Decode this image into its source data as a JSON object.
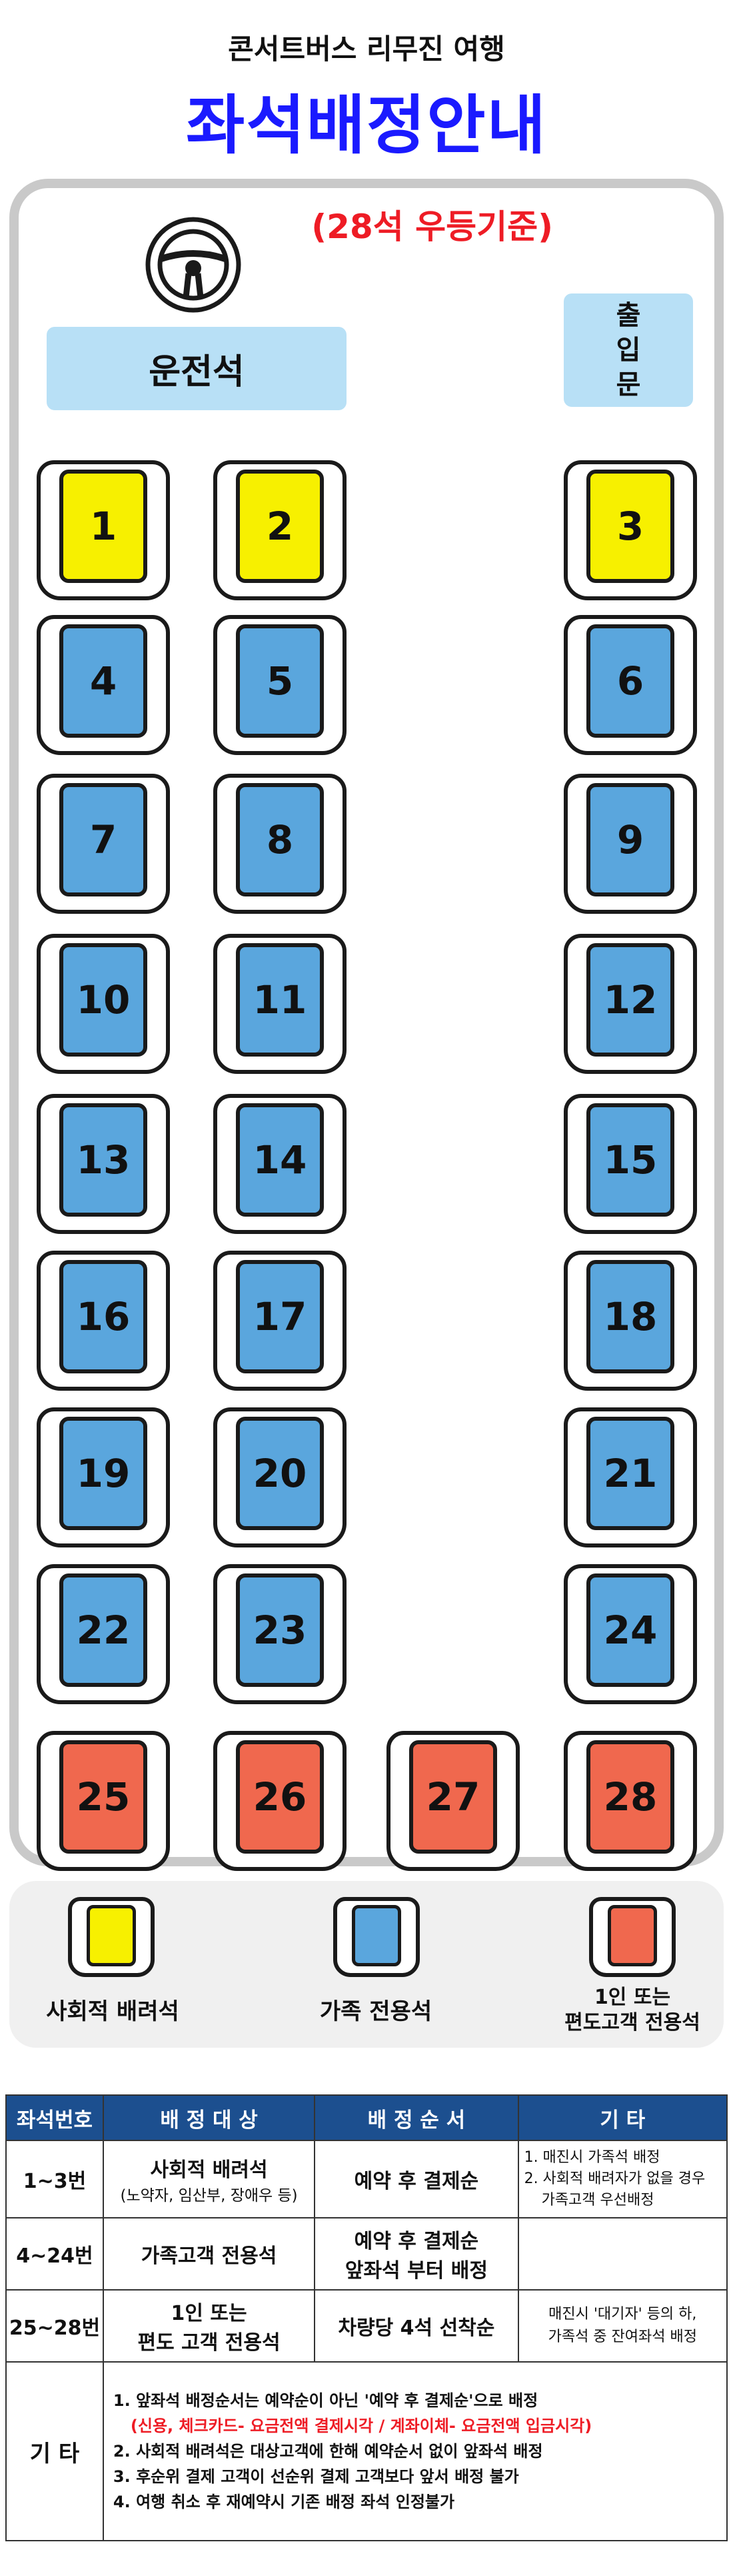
{
  "header": {
    "subtitle": "콘서트버스 리무진 여행",
    "title": "좌석배정안내"
  },
  "bus": {
    "seat_count_label": "(28석 우등기준)",
    "driver_label": "운전석",
    "door_label": [
      "출",
      "입",
      "문"
    ],
    "seats": [
      {
        "num": "1",
        "type": "social"
      },
      {
        "num": "2",
        "type": "social"
      },
      {
        "num": "3",
        "type": "social"
      },
      {
        "num": "4",
        "type": "family"
      },
      {
        "num": "5",
        "type": "family"
      },
      {
        "num": "6",
        "type": "family"
      },
      {
        "num": "7",
        "type": "family"
      },
      {
        "num": "8",
        "type": "family"
      },
      {
        "num": "9",
        "type": "family"
      },
      {
        "num": "10",
        "type": "family"
      },
      {
        "num": "11",
        "type": "family"
      },
      {
        "num": "12",
        "type": "family"
      },
      {
        "num": "13",
        "type": "family"
      },
      {
        "num": "14",
        "type": "family"
      },
      {
        "num": "15",
        "type": "family"
      },
      {
        "num": "16",
        "type": "family"
      },
      {
        "num": "17",
        "type": "family"
      },
      {
        "num": "18",
        "type": "family"
      },
      {
        "num": "19",
        "type": "family"
      },
      {
        "num": "20",
        "type": "family"
      },
      {
        "num": "21",
        "type": "family"
      },
      {
        "num": "22",
        "type": "family"
      },
      {
        "num": "23",
        "type": "family"
      },
      {
        "num": "24",
        "type": "family"
      },
      {
        "num": "25",
        "type": "single"
      },
      {
        "num": "26",
        "type": "single"
      },
      {
        "num": "27",
        "type": "single"
      },
      {
        "num": "28",
        "type": "single"
      }
    ]
  },
  "colors": {
    "social": "#f7f000",
    "family": "#5aa6dd",
    "single": "#f0684e"
  },
  "legend": {
    "social": "사회적 배려석",
    "family": "가족 전용석",
    "single_line1": "1인 또는",
    "single_line2": "편도고객 전용석"
  },
  "table": {
    "headers": [
      "좌석번호",
      "배 정 대 상",
      "배 정 순 서",
      "기 타"
    ],
    "row1": {
      "seats": "1~3번",
      "target": "사회적 배려석",
      "target_note": "(노약자, 임산부, 장애우 등)",
      "order": "예약 후 결제순",
      "etc1": "1. 매진시 가족석 배정",
      "etc2": "2. 사회적 배려자가 없을 경우",
      "etc3": "가족고객 우선배정"
    },
    "row2": {
      "seats": "4~24번",
      "target": "가족고객 전용석",
      "order1": "예약 후 결제순",
      "order2": "앞좌석 부터 배정",
      "etc": ""
    },
    "row3": {
      "seats": "25~28번",
      "target1": "1인 또는",
      "target2": "편도 고객 전용석",
      "order": "차량당 4석 선착순",
      "etc1": "매진시 '대기자' 등의 하,",
      "etc2": "가족석 중 잔여좌석 배정"
    },
    "row4": {
      "label": "기 타",
      "note1": "1. 앞좌석 배정순서는 예약순이 아닌 '예약 후 결제순'으로 배정",
      "note1_red": "(신용, 체크카드- 요금전액 결제시각 / 계좌이체- 요금전액 입금시각)",
      "note2": "2. 사회적 배려석은 대상고객에 한해 예약순서 없이 앞좌석 배정",
      "note3": "3. 후순위 결제 고객이 선순위 결제 고객보다 앞서 배정 불가",
      "note4": "4. 여행 취소 후 재예약시 기존 배정 좌석 인정불가"
    }
  }
}
